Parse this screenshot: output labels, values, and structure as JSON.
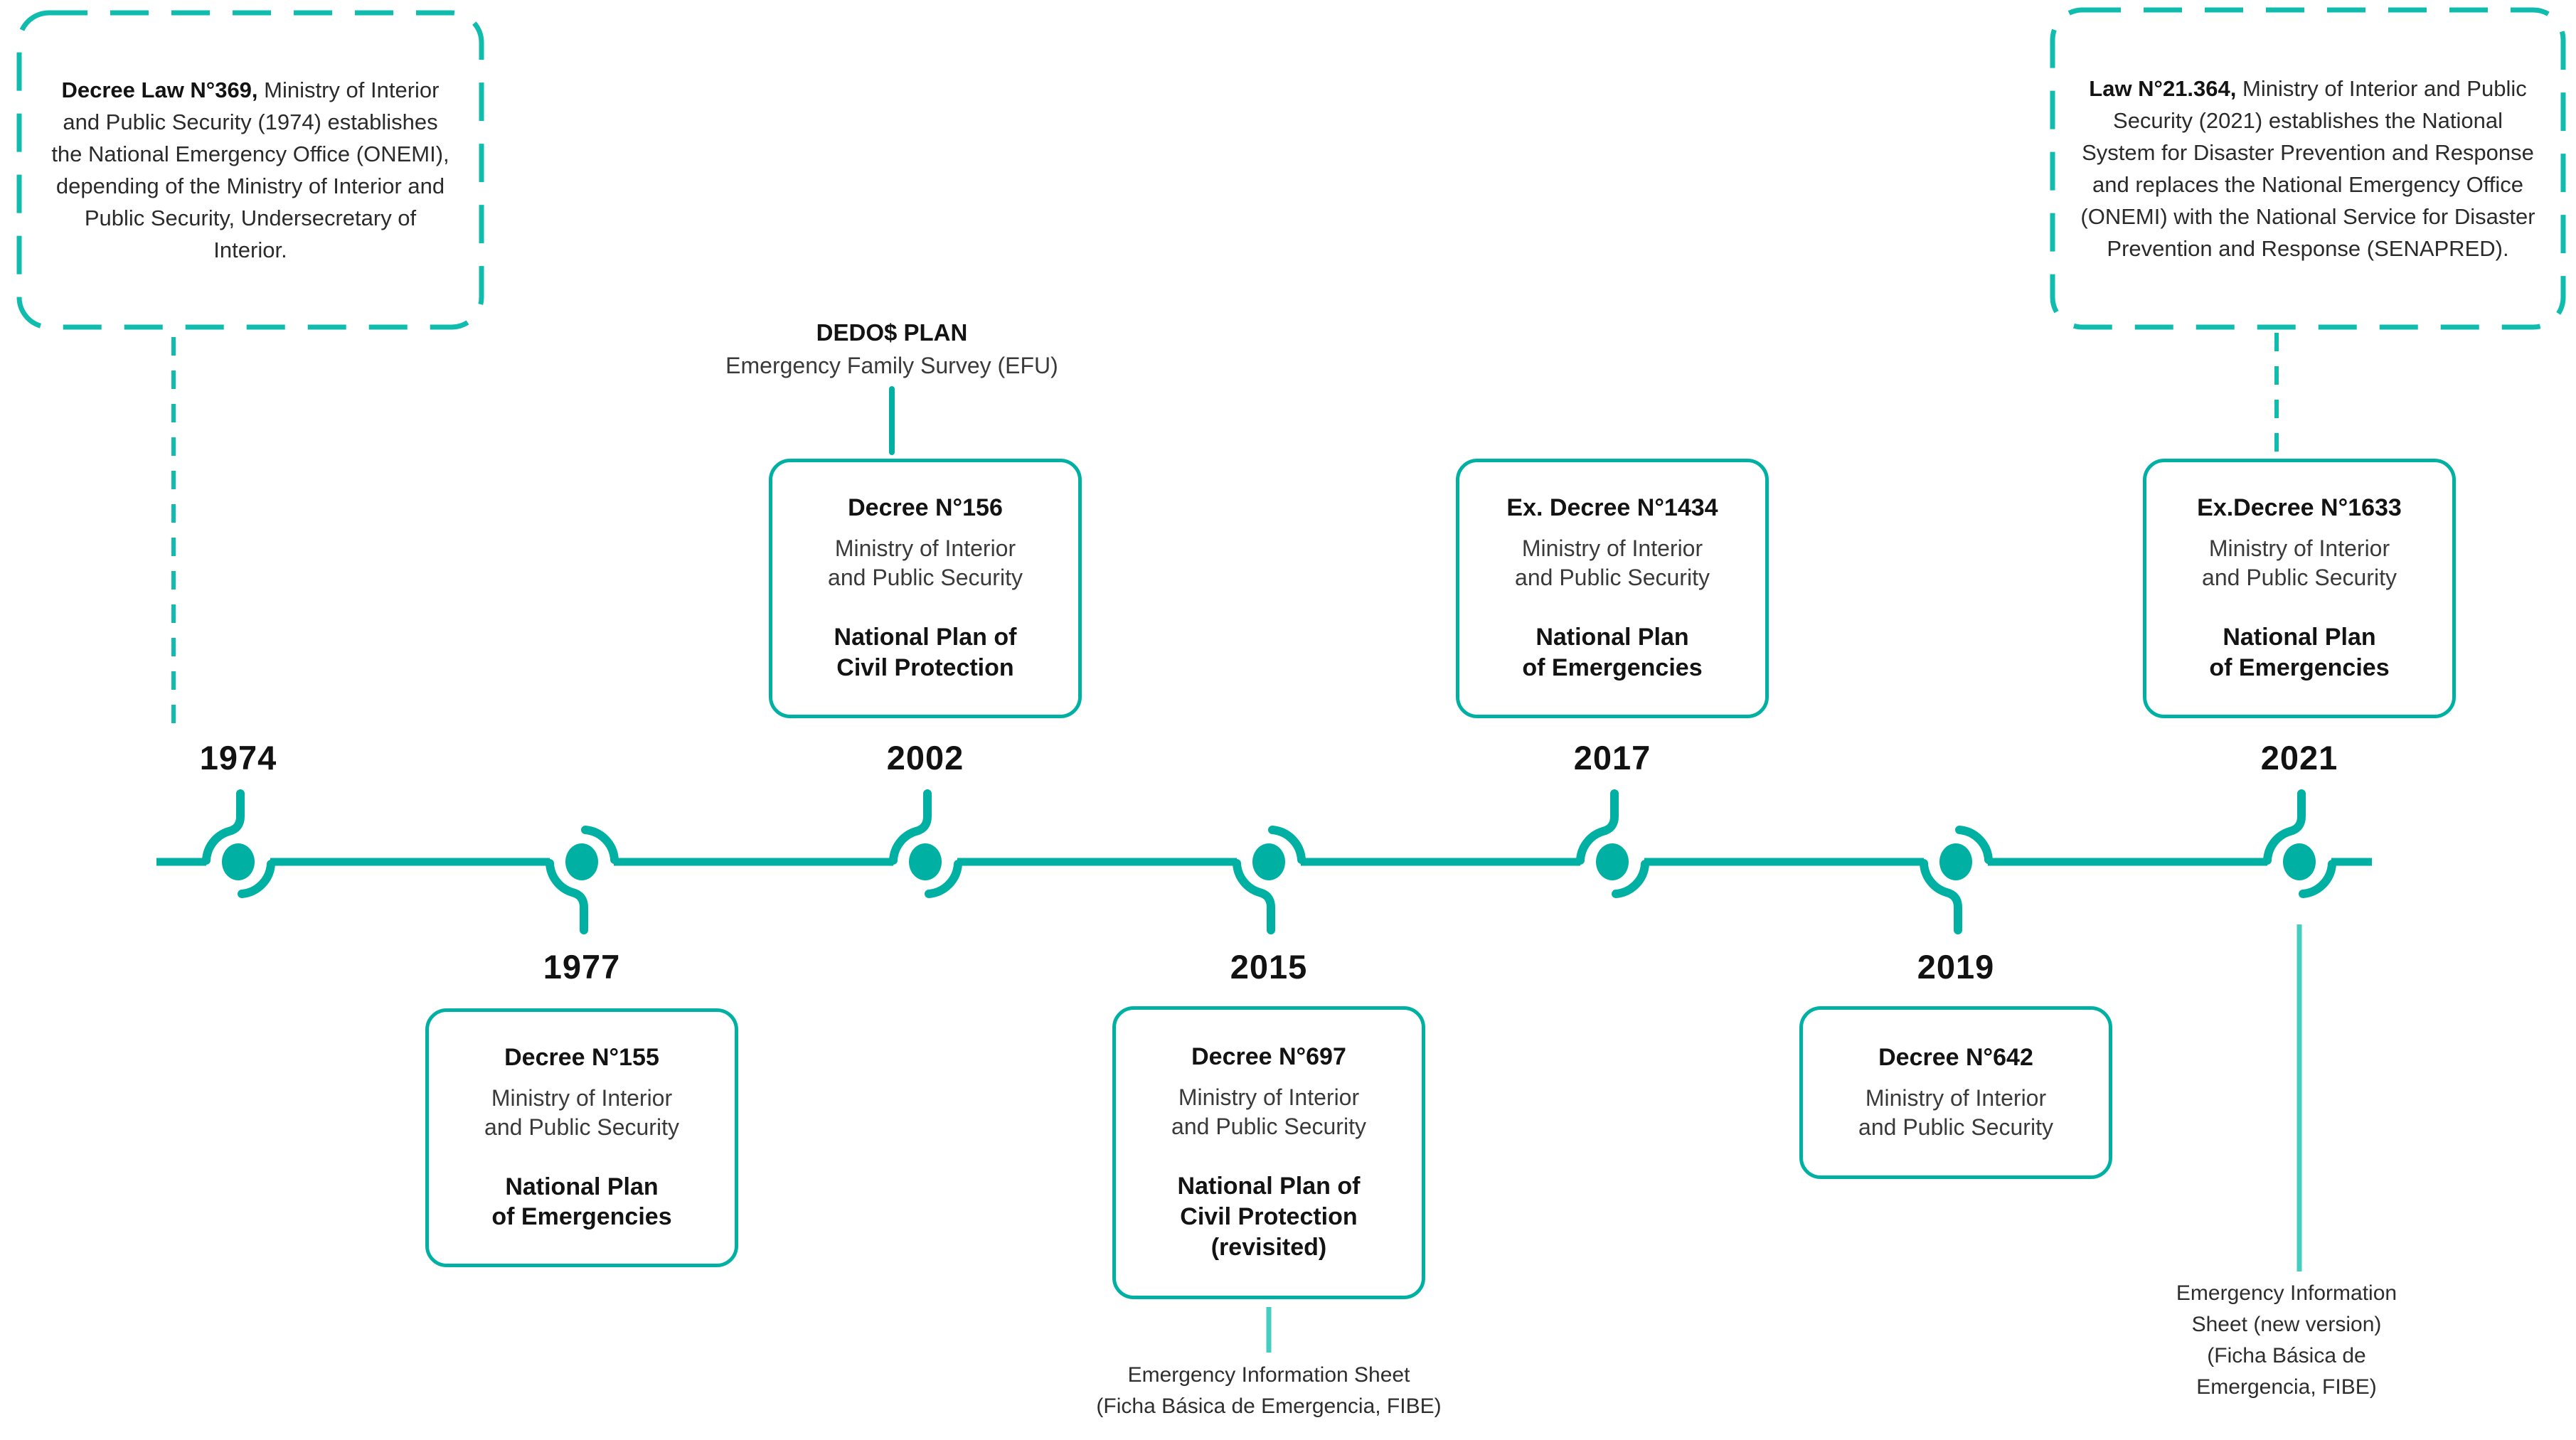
{
  "colors": {
    "accent": "#00b1a3",
    "accent_dashed": "#0fbcae",
    "accent_light": "#46cdc1",
    "year_text": "#121212",
    "body_text": "#3a3a3a"
  },
  "callouts": {
    "left": {
      "lead": "Decree Law N°369,",
      "rest": " Ministry of Interior and Public Security (1974)  establishes the National Emergency Office (ONEMI), depending of the Ministry of Interior and Public Security, Undersecretary of Interior."
    },
    "right": {
      "lead": "Law N°21.364,",
      "rest": " Ministry of Interior and Public Security  (2021)  establishes the National System for Disaster Prevention and Response  and replaces the National Emergency Office (ONEMI) with the National Service for Disaster Prevention and Response (SENAPRED)."
    }
  },
  "dedos": {
    "title": "DEDO$ PLAN",
    "subtitle": "Emergency Family Survey (EFU)"
  },
  "timeline": {
    "events": [
      {
        "year": "1974",
        "side": "top"
      },
      {
        "year": "1977",
        "side": "bottom",
        "box": {
          "title": "Decree N°155",
          "org": "Ministry of Interior\nand Public Security",
          "plan": "National Plan\nof Emergencies"
        }
      },
      {
        "year": "2002",
        "side": "top",
        "box": {
          "title": "Decree N°156",
          "org": "Ministry of Interior\nand Public Security",
          "plan": "National Plan of\nCivil Protection"
        }
      },
      {
        "year": "2015",
        "side": "bottom",
        "box": {
          "title": "Decree N°697",
          "org": "Ministry of Interior\nand Public Security",
          "plan": "National Plan of\nCivil Protection\n(revisited)"
        },
        "note": "Emergency Information Sheet\n(Ficha Básica de Emergencia, FIBE)"
      },
      {
        "year": "2017",
        "side": "top",
        "box": {
          "title": "Ex. Decree N°1434",
          "org": "Ministry of Interior\nand Public Security",
          "plan": "National Plan\nof Emergencies"
        }
      },
      {
        "year": "2019",
        "side": "bottom",
        "box": {
          "title": "Decree N°642",
          "org": "Ministry of Interior\nand Public Security"
        }
      },
      {
        "year": "2021",
        "side": "top",
        "box": {
          "title": "Ex.Decree N°1633",
          "org": "Ministry of Interior\nand Public Security",
          "plan": "National Plan\nof Emergencies"
        },
        "note": "Emergency Information\nSheet (new version)\n(Ficha Básica de\nEmergencia, FIBE)"
      }
    ]
  }
}
